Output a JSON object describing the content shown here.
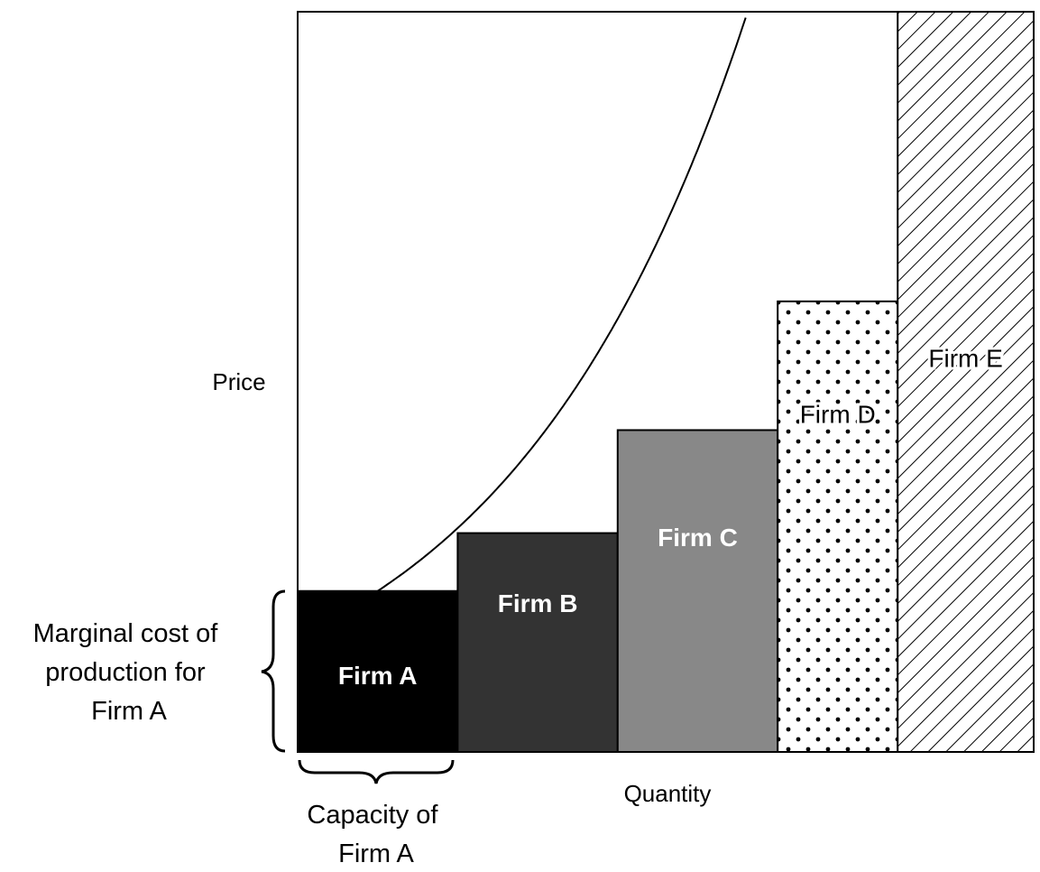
{
  "chart_data": {
    "type": "bar",
    "subtype": "supply-stack",
    "title": "",
    "xlabel": "Quantity",
    "ylabel": "Price",
    "categories": [
      "Firm A",
      "Firm B",
      "Firm C",
      "Firm D",
      "Firm E"
    ],
    "capacities": [
      1.0,
      1.0,
      1.0,
      0.75,
      0.85
    ],
    "values": [
      1.0,
      1.36,
      2.0,
      2.8,
      4.6
    ],
    "fills": [
      "#000000",
      "#333333",
      "#888888",
      "dotted",
      "hatched"
    ],
    "label_colors": [
      "#ffffff",
      "#ffffff",
      "#ffffff",
      "#000000",
      "#000000"
    ],
    "curve": {
      "type": "marginal-cost-curve",
      "from_x": 0.5,
      "growth": 1.0
    },
    "annotations": {
      "marginal_cost": [
        "Marginal cost of",
        "production for",
        "Firm A"
      ],
      "capacity": [
        "Capacity of",
        "Firm A"
      ]
    },
    "xlim": [
      0,
      4.6
    ],
    "ylim": [
      0,
      4.6
    ],
    "grid": false,
    "legend": "none"
  }
}
